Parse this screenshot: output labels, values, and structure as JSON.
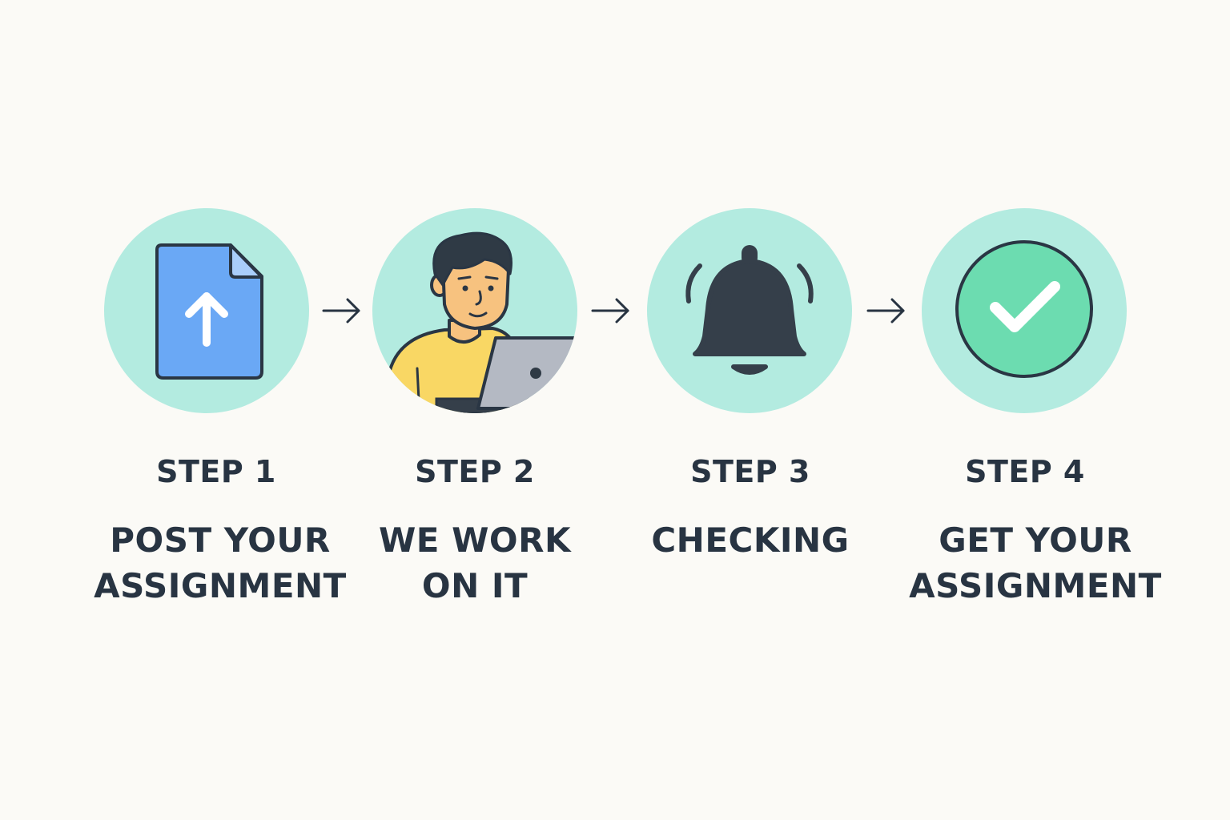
{
  "steps": [
    {
      "title": "STEP 1",
      "desc_line1": "POST YOUR",
      "desc_line2": "ASSIGNMENT",
      "icon": "upload-document-icon"
    },
    {
      "title": "STEP 2",
      "desc_line1": "WE WORK",
      "desc_line2": "ON IT",
      "icon": "person-laptop-icon"
    },
    {
      "title": "STEP 3",
      "desc_line1": "CHECKING",
      "desc_line2": "",
      "icon": "bell-icon"
    },
    {
      "title": "STEP 4",
      "desc_line1": "GET YOUR",
      "desc_line2": "ASSIGNMENT",
      "icon": "check-circle-icon"
    }
  ],
  "colors": {
    "background": "#fbfaf6",
    "circle": "#b3ebe0",
    "text": "#283442",
    "document": "#6aa8f5",
    "check": "#6cdcb0",
    "bell": "#353f4a",
    "shirt": "#f9d764",
    "laptop": "#b4b9c3",
    "skin": "#f7c27f"
  }
}
